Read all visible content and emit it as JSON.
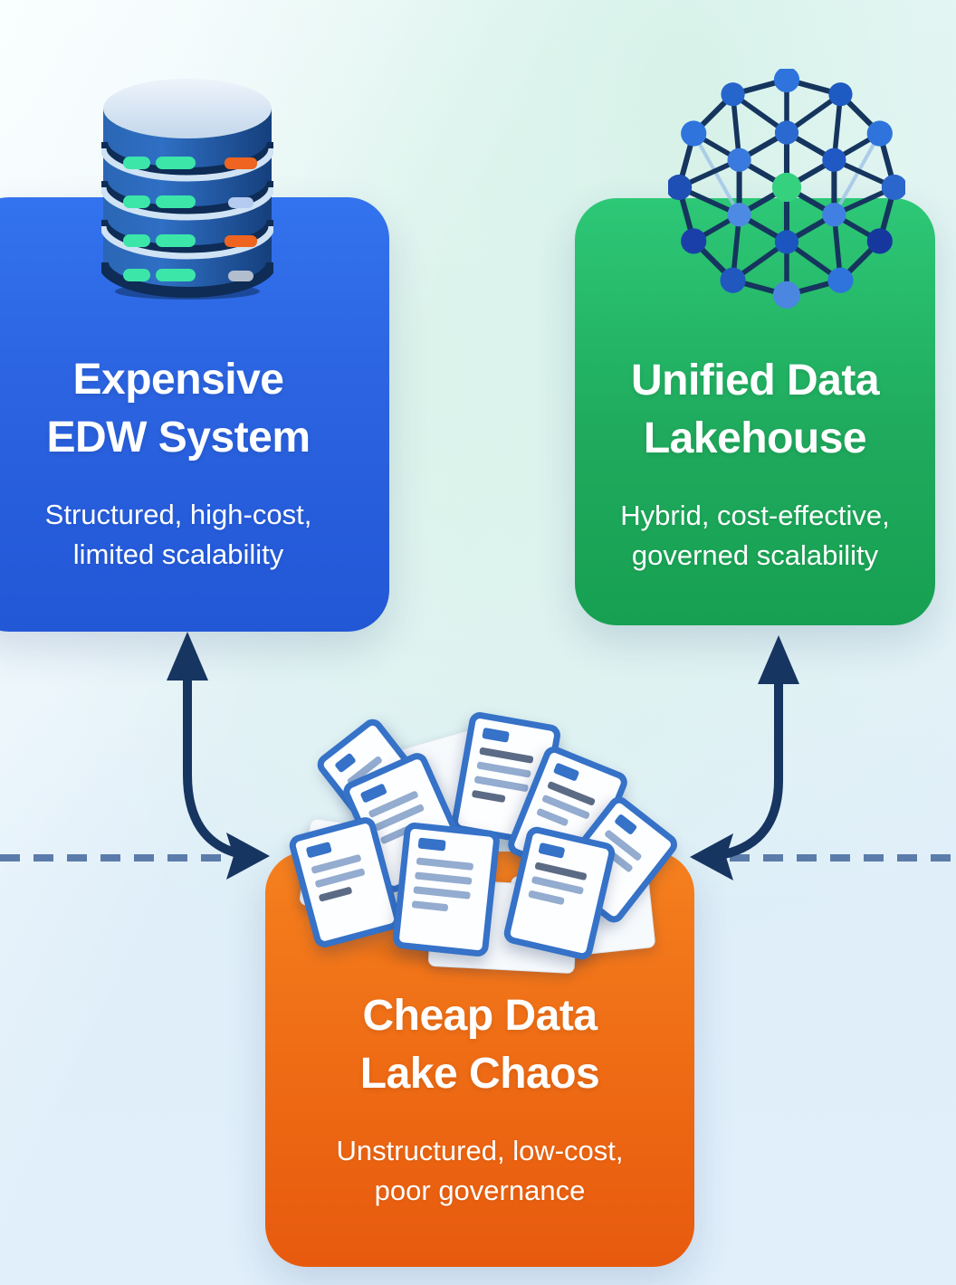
{
  "cards": [
    {
      "id": "expensive-edw-system",
      "title_line1": "Expensive",
      "title_line2": "EDW System",
      "subtitle_line1": "Structured, high-cost,",
      "subtitle_line2": "limited scalability",
      "color": "#2b63e0",
      "icon": "database-stack-icon"
    },
    {
      "id": "unified-data-lakehouse",
      "title_line1": "Unified Data",
      "title_line2": "Lakehouse",
      "subtitle_line1": "Hybrid, cost-effective,",
      "subtitle_line2": "governed scalability",
      "color": "#1faa5d",
      "icon": "network-graph-icon"
    },
    {
      "id": "cheap-data-lake-chaos",
      "title_line1": "Cheap Data",
      "title_line2": "Lake Chaos",
      "subtitle_line1": "Unstructured, low-cost,",
      "subtitle_line2": "poor governance",
      "color": "#ee6a14",
      "icon": "document-pile-icon"
    }
  ],
  "connectors": {
    "dashed_line_color": "#5b7cab",
    "arrow_color": "#173561"
  }
}
